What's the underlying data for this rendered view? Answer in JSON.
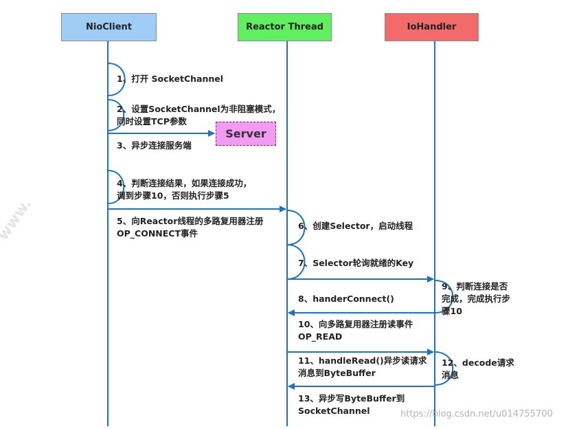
{
  "actors": {
    "nio_client": "NioClient",
    "reactor_thread": "Reactor Thread",
    "io_handler": "IoHandler"
  },
  "server_label": "Server",
  "steps": {
    "s1": "1、打开 SocketChannel",
    "s2": "2、设置SocketChannel为非阻塞模式，\n同时设置TCP参数",
    "s3": "3、异步连接服务端",
    "s4": "4、判断连接结果，如果连接成功，\n调到步骤10，否则执行步骤5",
    "s5": "5、向Reactor线程的多路复用器注册\nOP_CONNECT事件",
    "s6": "6、创建Selector，启动线程",
    "s7": "7、Selector轮询就绪的Key",
    "s8": "8、handerConnect()",
    "s9": "9、判断连接是否\n完成，完成执行步\n骤10",
    "s10": "10、向多路复用器注册读事件\nOP_READ",
    "s11": "11、handleRead()异步读请求\n消息到ByteBuffer",
    "s12": "12、decode请求\n消息",
    "s13": "13、异步写ByteBuffer到\nSocketChannel"
  },
  "watermark": "https://blog.csdn.net/u014755700",
  "colors": {
    "line": "#1a73c9",
    "nio_client_fill": "#9fcdf5",
    "reactor_fill": "#5fef5f",
    "io_handler_fill": "#f26a6a",
    "server_fill": "#f39af3"
  }
}
